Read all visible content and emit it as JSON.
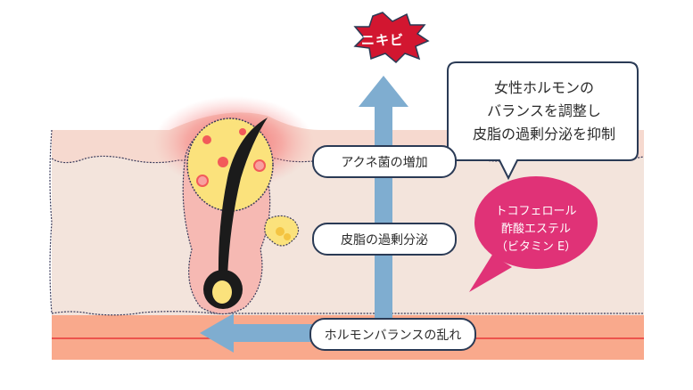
{
  "pimple_label": "ニキビ",
  "callout": {
    "lines": [
      "女性ホルモンの",
      "バランスを調整し",
      "皮脂の過剰分泌を抑制"
    ]
  },
  "badge": {
    "lines": [
      "トコフェロール",
      "酢酸エステル",
      "（ビタミン E）"
    ]
  },
  "steps": {
    "acne_increase": "アクネ菌の増加",
    "excess_sebum": "皮脂の過剰分泌",
    "hormone_imbalance": "ホルモンバランスの乱れ"
  },
  "colors": {
    "skin_surface": "#f6d9cf",
    "dermis": "#f3e4dc",
    "lower_layer": "#f9a98c",
    "blood_line": "#e83838",
    "pore_red": "#f25a5a",
    "sebum_yellow": "#fbe27c",
    "hair": "#1b1b1b",
    "arrow_blue": "#7fadd0",
    "burst_red": "#d21630",
    "badge_pink": "#e03277"
  }
}
